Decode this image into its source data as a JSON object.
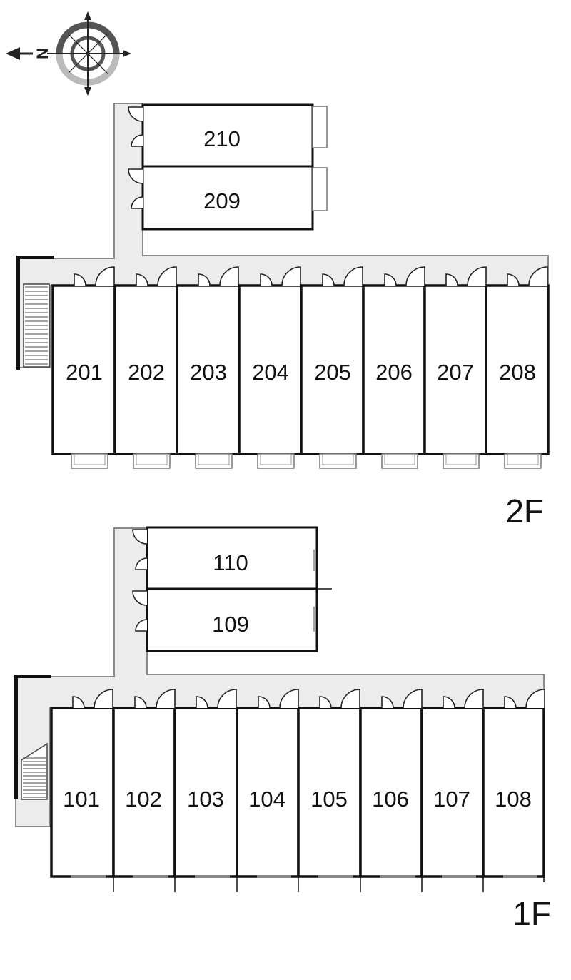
{
  "compass": {
    "north_letter": "N",
    "icon": "compass-rose-icon"
  },
  "floors": [
    {
      "label": "2F",
      "units_main": [
        "201",
        "202",
        "203",
        "204",
        "205",
        "206",
        "207",
        "208"
      ],
      "units_annex": [
        "210",
        "209"
      ]
    },
    {
      "label": "1F",
      "units_main": [
        "101",
        "102",
        "103",
        "104",
        "105",
        "106",
        "107",
        "108"
      ],
      "units_annex": [
        "110",
        "109"
      ]
    }
  ],
  "colors": {
    "wall": "#111111",
    "corridor": "#ececec",
    "corridor_edge": "#8a8a8a",
    "balcony": "#777777"
  }
}
